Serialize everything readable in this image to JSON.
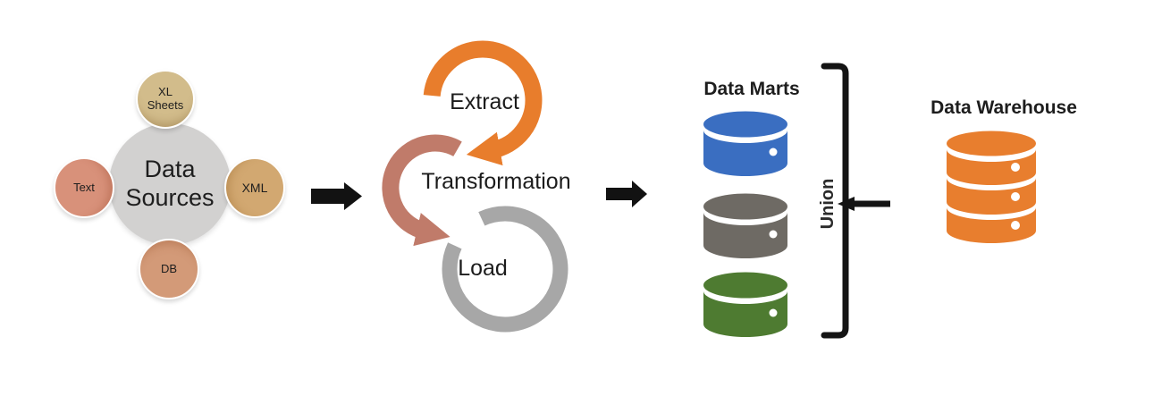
{
  "data_sources": {
    "label": "Data Sources",
    "circle_color": "#d2d1d0",
    "satellites": [
      {
        "label": "XL Sheets",
        "color": "#d2bc8b"
      },
      {
        "label": "Text",
        "color": "#d8917a"
      },
      {
        "label": "XML",
        "color": "#d2a871"
      },
      {
        "label": "DB",
        "color": "#d39a78"
      }
    ]
  },
  "etl": {
    "steps": [
      {
        "label": "Extract",
        "color": "#e87d2c"
      },
      {
        "label": "Transformation",
        "color": "#c07b6a"
      },
      {
        "label": "Load",
        "color": "#a7a7a7"
      }
    ]
  },
  "flow": {
    "arrow_color": "#121212"
  },
  "data_marts": {
    "title": "Data Marts",
    "items": [
      {
        "name": "mart-blue",
        "color": "#3a6ec1"
      },
      {
        "name": "mart-gray",
        "color": "#6e6a64"
      },
      {
        "name": "mart-green",
        "color": "#4e7b31"
      }
    ]
  },
  "union": {
    "label": "Union",
    "bracket_color": "#141414"
  },
  "data_warehouse": {
    "title": "Data Warehouse",
    "color": "#e87e2e"
  }
}
